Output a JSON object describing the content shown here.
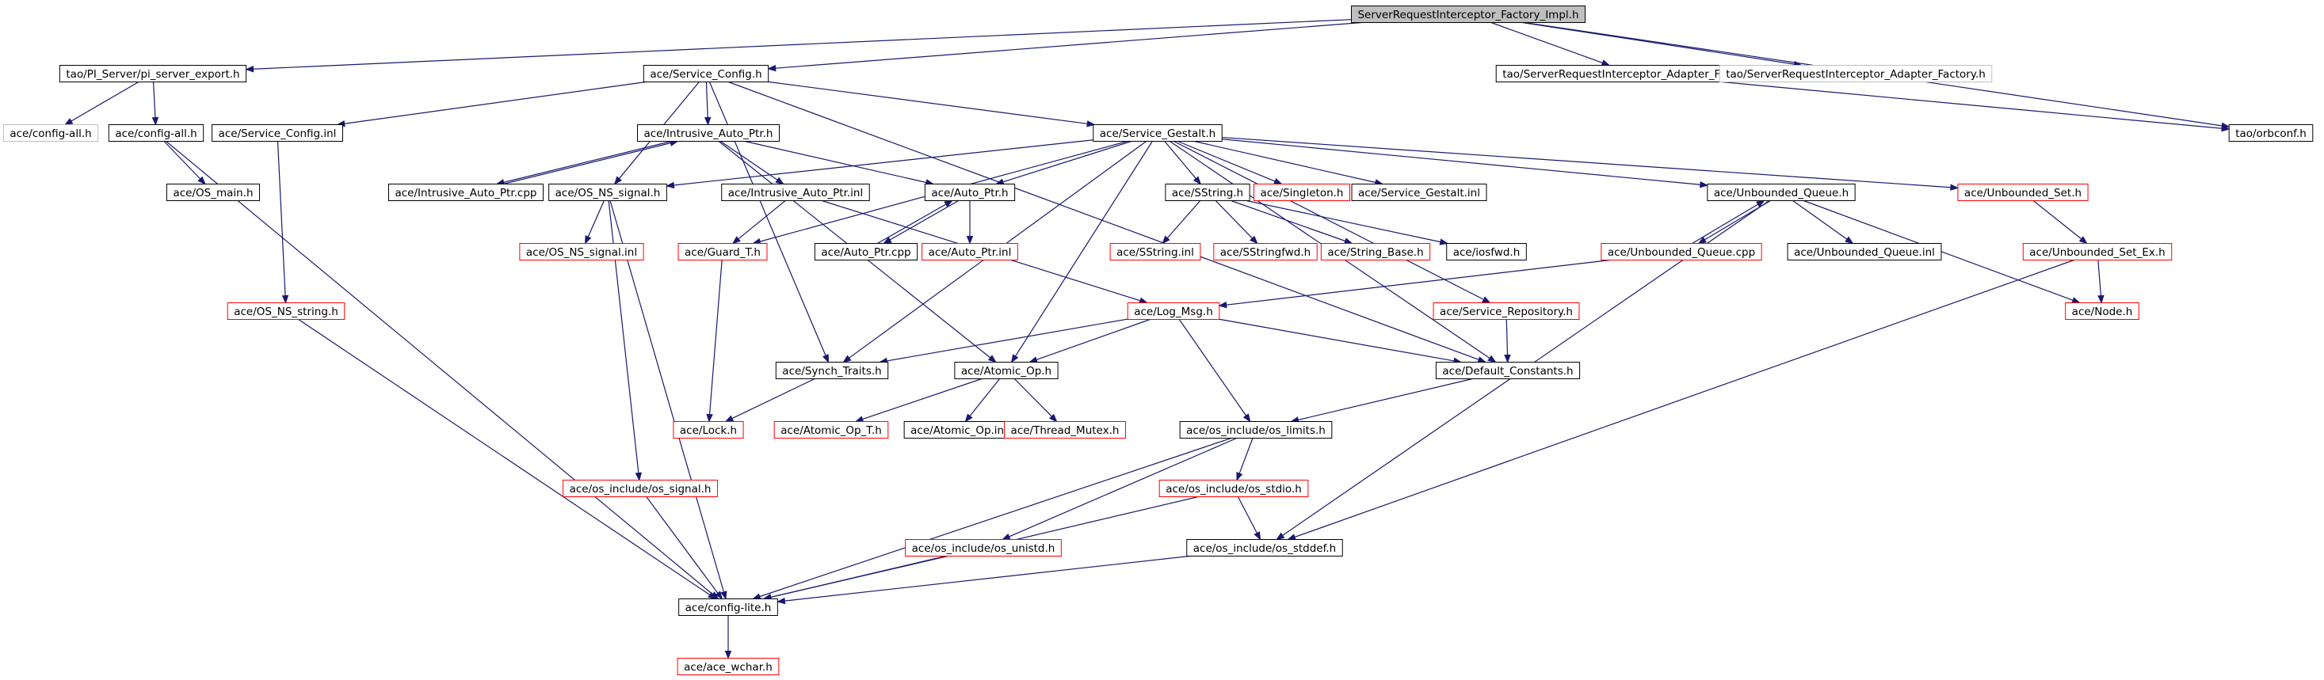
{
  "diagram": {
    "type": "include-dependency-graph",
    "root": "ServerRequestInterceptor_Factory_Impl.h",
    "colors": {
      "edge": "#191970",
      "root_fill": "#bfbfbf",
      "node_border_normal": "#000000",
      "node_border_truncated": "#ff0000",
      "node_border_external": "#bfbfbf"
    },
    "nodes": [
      {
        "id": "root",
        "label": "ServerRequestInterceptor_Factory_Impl.h",
        "style": "root"
      },
      {
        "id": "pi_export",
        "label": "tao/PI_Server/pi_server_export.h",
        "style": "normal"
      },
      {
        "id": "service_config",
        "label": "ace/Service_Config.h",
        "style": "normal"
      },
      {
        "id": "sria_factory",
        "label": "tao/ServerRequestInterceptor_Adapter_Factory.h",
        "style": "normal"
      },
      {
        "id": "sria_factory_ext",
        "label": "tao/ServerRequestInterceptor_Adapter_Factory.h",
        "style": "external"
      },
      {
        "id": "config_all_ext",
        "label": "ace/config-all.h",
        "style": "external"
      },
      {
        "id": "config_all",
        "label": "ace/config-all.h",
        "style": "normal"
      },
      {
        "id": "os_main",
        "label": "ace/OS_main.h",
        "style": "normal"
      },
      {
        "id": "service_config_inl",
        "label": "ace/Service_Config.inl",
        "style": "normal"
      },
      {
        "id": "intrusive_h",
        "label": "ace/Intrusive_Auto_Ptr.h",
        "style": "normal"
      },
      {
        "id": "service_gestalt",
        "label": "ace/Service_Gestalt.h",
        "style": "normal"
      },
      {
        "id": "orbconf",
        "label": "tao/orbconf.h",
        "style": "normal"
      },
      {
        "id": "intrusive_cpp",
        "label": "ace/Intrusive_Auto_Ptr.cpp",
        "style": "normal"
      },
      {
        "id": "os_ns_signal",
        "label": "ace/OS_NS_signal.h",
        "style": "normal"
      },
      {
        "id": "intrusive_inl",
        "label": "ace/Intrusive_Auto_Ptr.inl",
        "style": "normal"
      },
      {
        "id": "auto_ptr",
        "label": "ace/Auto_Ptr.h",
        "style": "normal"
      },
      {
        "id": "sstring",
        "label": "ace/SString.h",
        "style": "normal"
      },
      {
        "id": "singleton",
        "label": "ace/Singleton.h",
        "style": "truncated"
      },
      {
        "id": "service_gestalt_inl",
        "label": "ace/Service_Gestalt.inl",
        "style": "normal"
      },
      {
        "id": "unbounded_queue",
        "label": "ace/Unbounded_Queue.h",
        "style": "normal"
      },
      {
        "id": "unbounded_set",
        "label": "ace/Unbounded_Set.h",
        "style": "truncated"
      },
      {
        "id": "os_ns_signal_inl",
        "label": "ace/OS_NS_signal.inl",
        "style": "truncated"
      },
      {
        "id": "guard_t",
        "label": "ace/Guard_T.h",
        "style": "truncated"
      },
      {
        "id": "auto_ptr_cpp",
        "label": "ace/Auto_Ptr.cpp",
        "style": "normal"
      },
      {
        "id": "auto_ptr_inl",
        "label": "ace/Auto_Ptr.inl",
        "style": "truncated"
      },
      {
        "id": "sstring_inl",
        "label": "ace/SString.inl",
        "style": "truncated"
      },
      {
        "id": "sstringfwd",
        "label": "ace/SStringfwd.h",
        "style": "truncated"
      },
      {
        "id": "string_base",
        "label": "ace/String_Base.h",
        "style": "truncated"
      },
      {
        "id": "iosfwd",
        "label": "ace/iosfwd.h",
        "style": "normal"
      },
      {
        "id": "unbounded_queue_cpp",
        "label": "ace/Unbounded_Queue.cpp",
        "style": "truncated"
      },
      {
        "id": "unbounded_queue_inl",
        "label": "ace/Unbounded_Queue.inl",
        "style": "normal"
      },
      {
        "id": "unbounded_set_ex",
        "label": "ace/Unbounded_Set_Ex.h",
        "style": "truncated"
      },
      {
        "id": "os_ns_string",
        "label": "ace/OS_NS_string.h",
        "style": "truncated"
      },
      {
        "id": "log_msg",
        "label": "ace/Log_Msg.h",
        "style": "truncated"
      },
      {
        "id": "service_repository",
        "label": "ace/Service_Repository.h",
        "style": "truncated"
      },
      {
        "id": "node",
        "label": "ace/Node.h",
        "style": "truncated"
      },
      {
        "id": "synch_traits",
        "label": "ace/Synch_Traits.h",
        "style": "normal"
      },
      {
        "id": "atomic_op",
        "label": "ace/Atomic_Op.h",
        "style": "normal"
      },
      {
        "id": "default_constants",
        "label": "ace/Default_Constants.h",
        "style": "normal"
      },
      {
        "id": "lock",
        "label": "ace/Lock.h",
        "style": "truncated"
      },
      {
        "id": "atomic_op_t",
        "label": "ace/Atomic_Op_T.h",
        "style": "truncated"
      },
      {
        "id": "atomic_op_inl",
        "label": "ace/Atomic_Op.inl",
        "style": "normal"
      },
      {
        "id": "thread_mutex",
        "label": "ace/Thread_Mutex.h",
        "style": "truncated"
      },
      {
        "id": "os_limits",
        "label": "ace/os_include/os_limits.h",
        "style": "normal"
      },
      {
        "id": "os_signal",
        "label": "ace/os_include/os_signal.h",
        "style": "truncated"
      },
      {
        "id": "os_stdio",
        "label": "ace/os_include/os_stdio.h",
        "style": "truncated"
      },
      {
        "id": "os_unistd",
        "label": "ace/os_include/os_unistd.h",
        "style": "truncated"
      },
      {
        "id": "os_stddef",
        "label": "ace/os_include/os_stddef.h",
        "style": "normal"
      },
      {
        "id": "config_lite",
        "label": "ace/config-lite.h",
        "style": "normal"
      },
      {
        "id": "ace_wchar",
        "label": "ace/ace_wchar.h",
        "style": "truncated"
      }
    ],
    "edges": [
      [
        "root",
        "pi_export"
      ],
      [
        "root",
        "service_config"
      ],
      [
        "root",
        "sria_factory"
      ],
      [
        "root",
        "sria_factory_ext"
      ],
      [
        "root",
        "orbconf"
      ],
      [
        "pi_export",
        "config_all_ext"
      ],
      [
        "pi_export",
        "config_all"
      ],
      [
        "config_all",
        "os_main"
      ],
      [
        "config_all",
        "config_lite"
      ],
      [
        "service_config",
        "service_config_inl"
      ],
      [
        "service_config",
        "intrusive_h"
      ],
      [
        "service_config",
        "os_ns_signal"
      ],
      [
        "service_config",
        "service_gestalt"
      ],
      [
        "service_config",
        "synch_traits"
      ],
      [
        "service_config",
        "default_constants"
      ],
      [
        "sria_factory",
        "orbconf"
      ],
      [
        "service_config_inl",
        "os_ns_string"
      ],
      [
        "intrusive_h",
        "intrusive_cpp"
      ],
      [
        "intrusive_cpp",
        "intrusive_h"
      ],
      [
        "intrusive_h",
        "intrusive_inl"
      ],
      [
        "intrusive_h",
        "auto_ptr"
      ],
      [
        "intrusive_h",
        "atomic_op"
      ],
      [
        "intrusive_inl",
        "guard_t"
      ],
      [
        "intrusive_inl",
        "log_msg"
      ],
      [
        "service_gestalt",
        "os_ns_signal"
      ],
      [
        "service_gestalt",
        "auto_ptr"
      ],
      [
        "service_gestalt",
        "sstring"
      ],
      [
        "service_gestalt",
        "singleton"
      ],
      [
        "service_gestalt",
        "service_gestalt_inl"
      ],
      [
        "service_gestalt",
        "unbounded_queue"
      ],
      [
        "service_gestalt",
        "unbounded_set"
      ],
      [
        "service_gestalt",
        "guard_t"
      ],
      [
        "service_gestalt",
        "synch_traits"
      ],
      [
        "service_gestalt",
        "atomic_op"
      ],
      [
        "service_gestalt",
        "service_repository"
      ],
      [
        "service_gestalt",
        "default_constants"
      ],
      [
        "os_ns_signal",
        "os_ns_signal_inl"
      ],
      [
        "os_ns_signal",
        "os_signal"
      ],
      [
        "os_ns_signal",
        "config_lite"
      ],
      [
        "auto_ptr",
        "auto_ptr_cpp"
      ],
      [
        "auto_ptr_cpp",
        "auto_ptr"
      ],
      [
        "auto_ptr",
        "auto_ptr_inl"
      ],
      [
        "sstring",
        "sstring_inl"
      ],
      [
        "sstring",
        "sstringfwd"
      ],
      [
        "sstring",
        "string_base"
      ],
      [
        "sstring",
        "iosfwd"
      ],
      [
        "unbounded_queue",
        "unbounded_queue_cpp"
      ],
      [
        "unbounded_queue_cpp",
        "unbounded_queue"
      ],
      [
        "unbounded_queue",
        "unbounded_queue_inl"
      ],
      [
        "unbounded_queue",
        "os_stddef"
      ],
      [
        "unbounded_queue",
        "node"
      ],
      [
        "unbounded_queue_cpp",
        "log_msg"
      ],
      [
        "unbounded_set",
        "unbounded_set_ex"
      ],
      [
        "unbounded_set_ex",
        "node"
      ],
      [
        "unbounded_set_ex",
        "os_stddef"
      ],
      [
        "guard_t",
        "lock"
      ],
      [
        "os_ns_string",
        "config_lite"
      ],
      [
        "log_msg",
        "synch_traits"
      ],
      [
        "log_msg",
        "atomic_op"
      ],
      [
        "log_msg",
        "default_constants"
      ],
      [
        "log_msg",
        "os_limits"
      ],
      [
        "service_repository",
        "default_constants"
      ],
      [
        "synch_traits",
        "lock"
      ],
      [
        "atomic_op",
        "atomic_op_t"
      ],
      [
        "atomic_op",
        "atomic_op_inl"
      ],
      [
        "atomic_op",
        "thread_mutex"
      ],
      [
        "default_constants",
        "os_limits"
      ],
      [
        "os_limits",
        "config_lite"
      ],
      [
        "os_limits",
        "os_unistd"
      ],
      [
        "os_limits",
        "os_stdio"
      ],
      [
        "os_stdio",
        "config_lite"
      ],
      [
        "os_stdio",
        "os_stddef"
      ],
      [
        "os_unistd",
        "config_lite"
      ],
      [
        "os_signal",
        "config_lite"
      ],
      [
        "os_stddef",
        "config_lite"
      ],
      [
        "config_lite",
        "ace_wchar"
      ]
    ]
  }
}
